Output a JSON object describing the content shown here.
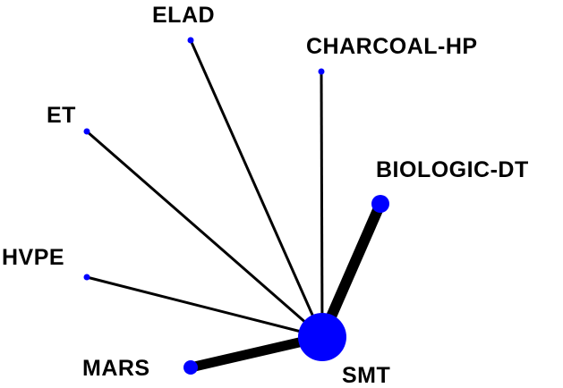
{
  "network": {
    "nodes": [
      {
        "id": "smt",
        "label": "SMT",
        "size": "large"
      },
      {
        "id": "biologic-dt",
        "label": "BIOLOGIC-DT",
        "size": "medium"
      },
      {
        "id": "mars",
        "label": "MARS",
        "size": "medium-small"
      },
      {
        "id": "elad",
        "label": "ELAD",
        "size": "small"
      },
      {
        "id": "charcoal-hp",
        "label": "CHARCOAL-HP",
        "size": "small"
      },
      {
        "id": "et",
        "label": "ET",
        "size": "small"
      },
      {
        "id": "hvpe",
        "label": "HVPE",
        "size": "small"
      }
    ],
    "edges": [
      {
        "from": "smt",
        "to": "biologic-dt",
        "weight": "thick"
      },
      {
        "from": "smt",
        "to": "mars",
        "weight": "thick"
      },
      {
        "from": "smt",
        "to": "elad",
        "weight": "thin"
      },
      {
        "from": "smt",
        "to": "charcoal-hp",
        "weight": "thin"
      },
      {
        "from": "smt",
        "to": "et",
        "weight": "thin"
      },
      {
        "from": "smt",
        "to": "hvpe",
        "weight": "thin"
      }
    ],
    "colors": {
      "node": "#0000ff",
      "edge": "#000000",
      "label": "#000000"
    }
  }
}
